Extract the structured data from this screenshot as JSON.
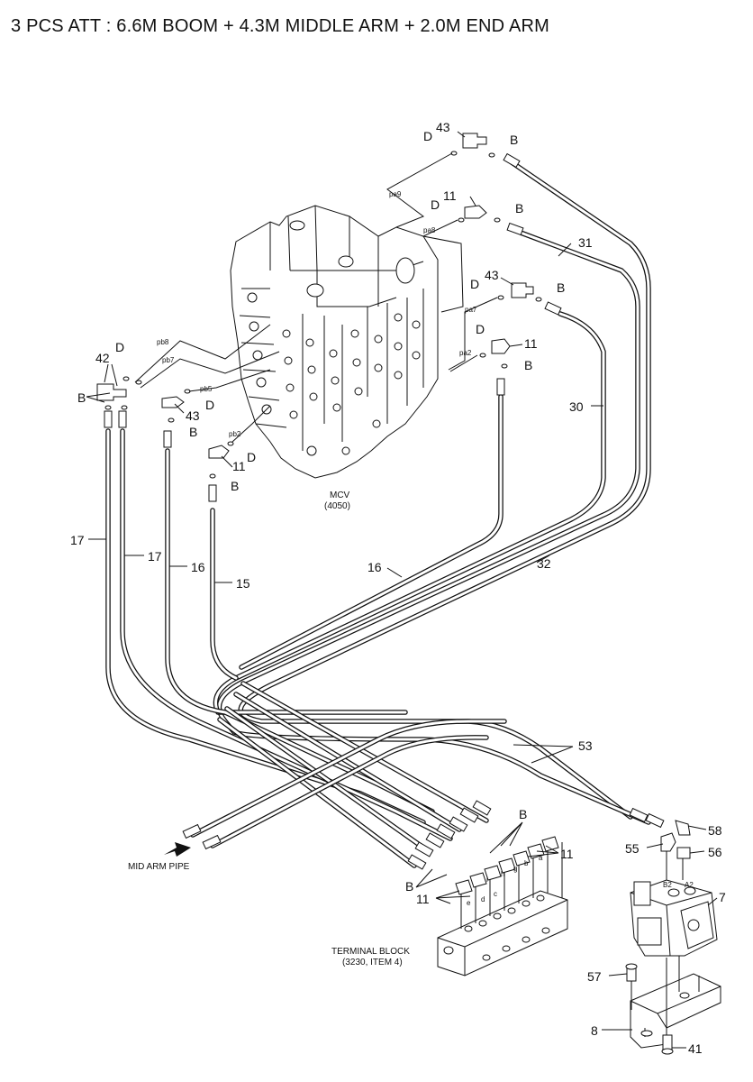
{
  "title": "3 PCS ATT : 6.6M BOOM + 4.3M MIDDLE ARM + 2.0M END ARM",
  "components": {
    "mcv": {
      "name": "MCV",
      "ref": "(4050)"
    },
    "terminal_block": {
      "name": "TERMINAL BLOCK",
      "ref": "(3230, ITEM 4)"
    },
    "mid_arm_pipe": "MID ARM PIPE"
  },
  "port_labels": {
    "pa9": "pa9",
    "pa8": "pa8",
    "pa7": "pa7",
    "pa2": "pa2",
    "pb8": "pb8",
    "pb7": "pb7",
    "pb5": "pb5",
    "pb2": "pb2",
    "b2": "B2",
    "a2": "A2"
  },
  "terminal_ports": [
    "e",
    "d",
    "c",
    "i",
    "h",
    "g",
    "b",
    "a"
  ],
  "part_numbers": {
    "p43a": "43",
    "p11a": "11",
    "p43b": "43",
    "p11b": "11",
    "p42": "42",
    "p43c": "43",
    "p11c": "11",
    "p31": "31",
    "p30": "30",
    "p32": "32",
    "p53": "53",
    "p16a": "16",
    "p16b": "16",
    "p15": "15",
    "p17a": "17",
    "p17b": "17",
    "p58": "58",
    "p55": "55",
    "p56": "56",
    "p7": "7",
    "p57": "57",
    "p8": "8",
    "p41": "41",
    "p11d": "11",
    "p11e": "11"
  },
  "letter_labels": {
    "D": "D",
    "B": "B"
  }
}
